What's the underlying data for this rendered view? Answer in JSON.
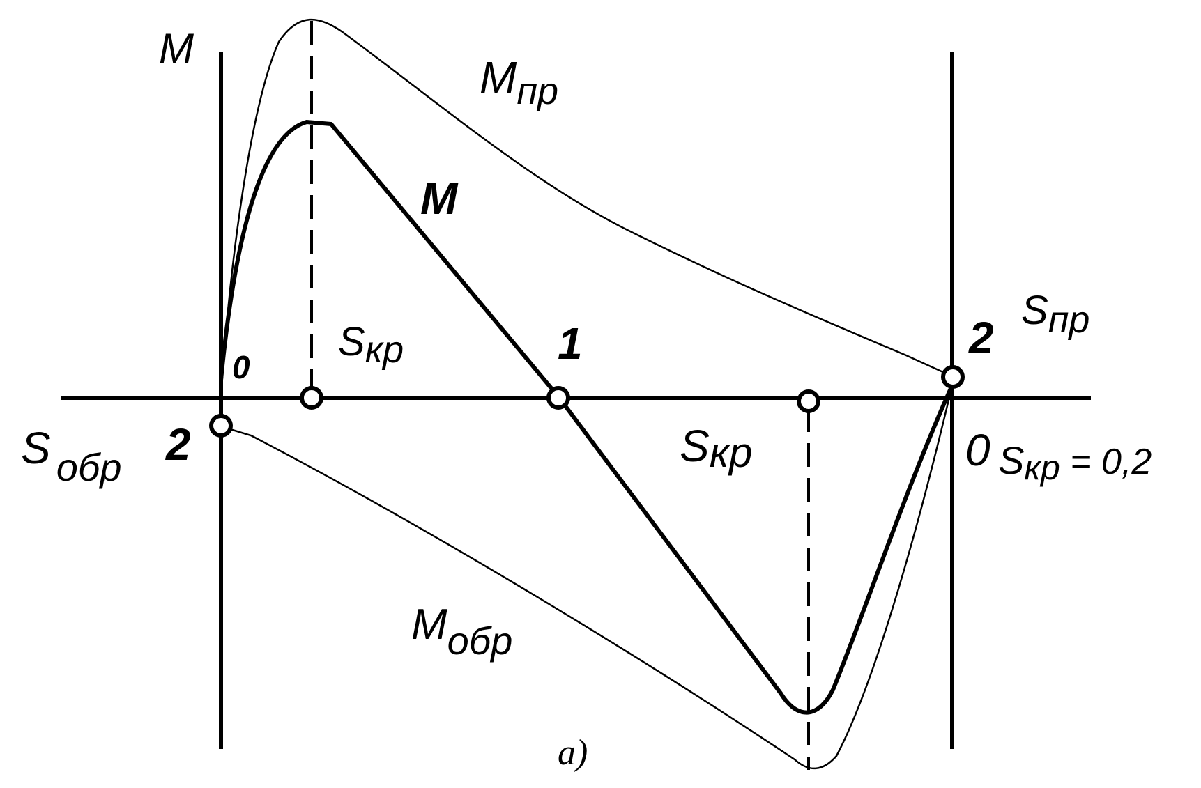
{
  "labels": {
    "axis_m": "M",
    "m_pr_main": "M",
    "m_pr_sub": "пр",
    "curve_m": "M",
    "origin_left": "0",
    "s_kr_upper_main": "S",
    "s_kr_upper_sub": "кр",
    "point_1": "1",
    "point_2_right": "2",
    "s_pr_main": "S",
    "s_pr_sub": "пр",
    "s_obr_main": "S",
    "s_obr_sub": "обр",
    "point_2_left": "2",
    "s_kr_lower_main": "S",
    "s_kr_lower_sub": "кр",
    "origin_right": "0",
    "s_kr_eq_main": "S",
    "s_kr_eq_sub": "кр",
    "s_kr_eq_value": " = 0,2",
    "m_obr_main": "M",
    "m_obr_sub": "обр",
    "caption": "a)"
  },
  "colors": {
    "stroke": "#000000",
    "background": "#ffffff"
  }
}
